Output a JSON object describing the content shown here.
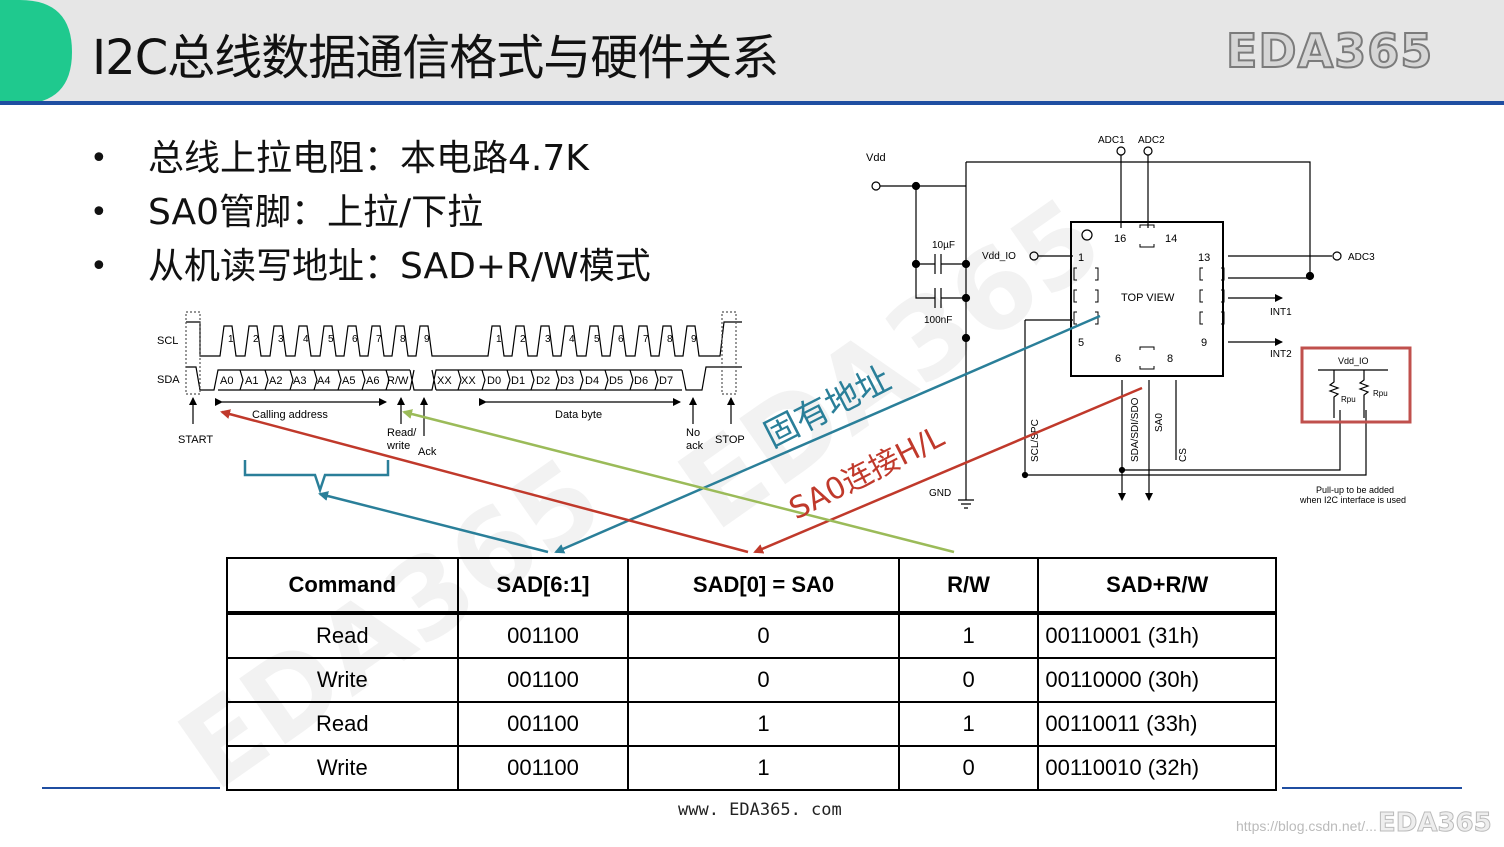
{
  "title": "I2C总线数据通信格式与硬件关系",
  "logo": "EDA365",
  "bullets": [
    "总线上拉电阻：本电路4.7K",
    "SA0管脚：上拉/下拉",
    "从机读写地址：SAD+R/W模式"
  ],
  "timing": {
    "scl": "SCL",
    "sda": "SDA",
    "scl_pulses": [
      "1",
      "2",
      "3",
      "4",
      "5",
      "6",
      "7",
      "8",
      "9",
      "1",
      "2",
      "3",
      "4",
      "5",
      "6",
      "7",
      "8",
      "9"
    ],
    "sda_bits": [
      "A0",
      "A1",
      "A2",
      "A3",
      "A4",
      "A5",
      "A6",
      "R/W",
      "XX",
      "XX",
      "D0",
      "D1",
      "D2",
      "D3",
      "D4",
      "D5",
      "D6",
      "D7"
    ],
    "calling_address": "Calling address",
    "data_byte": "Data byte",
    "start": "START",
    "read_write": [
      "Read/",
      "write"
    ],
    "ack": "Ack",
    "no_ack": [
      "No",
      "ack"
    ],
    "stop": "STOP"
  },
  "annotations": {
    "fixed_address": "固有地址",
    "sa0_connect": "SA0连接H/L"
  },
  "schematic": {
    "vdd": "Vdd",
    "adc1": "ADC1",
    "adc2": "ADC2",
    "adc3": "ADC3",
    "cap1": "10µF",
    "cap2": "100nF",
    "vdd_io": "Vdd_IO",
    "top_view": "TOP VIEW",
    "pins": [
      "1",
      "5",
      "6",
      "8",
      "9",
      "13",
      "14",
      "16"
    ],
    "int1": "INT1",
    "int2": "INT2",
    "gnd": "GND",
    "scl_spc": "SCL/SPC",
    "sda_sdi_sdo": "SDA/SDI/SDO",
    "sa0": "SA0",
    "cs": "CS",
    "pullup_vdd_io": "Vdd_IO",
    "rpu1": "Rpu",
    "rpu2": "Rpu",
    "pullup_note": [
      "Pull-up to be added",
      "when I2C interface is used"
    ]
  },
  "table": {
    "headers": [
      "Command",
      "SAD[6:1]",
      "SAD[0] = SA0",
      "R/W",
      "SAD+R/W"
    ],
    "rows": [
      [
        "Read",
        "001100",
        "0",
        "1",
        "00110001 (31h)"
      ],
      [
        "Write",
        "001100",
        "0",
        "0",
        "00110000 (30h)"
      ],
      [
        "Read",
        "001100",
        "1",
        "1",
        "00110011 (33h)"
      ],
      [
        "Write",
        "001100",
        "1",
        "0",
        "00110010 (32h)"
      ]
    ]
  },
  "footer": {
    "url": "www. EDA365. com",
    "watermark": "https://blog.csdn.net/...",
    "corner_logo": "EDA365"
  },
  "colors": {
    "accent_green": "#1fc98e",
    "rule_blue": "#1f4ea1",
    "arrow_red": "#c0392b",
    "arrow_teal": "#2a7f99",
    "arrow_green": "#9bbb59",
    "box_red": "#c0504d"
  }
}
